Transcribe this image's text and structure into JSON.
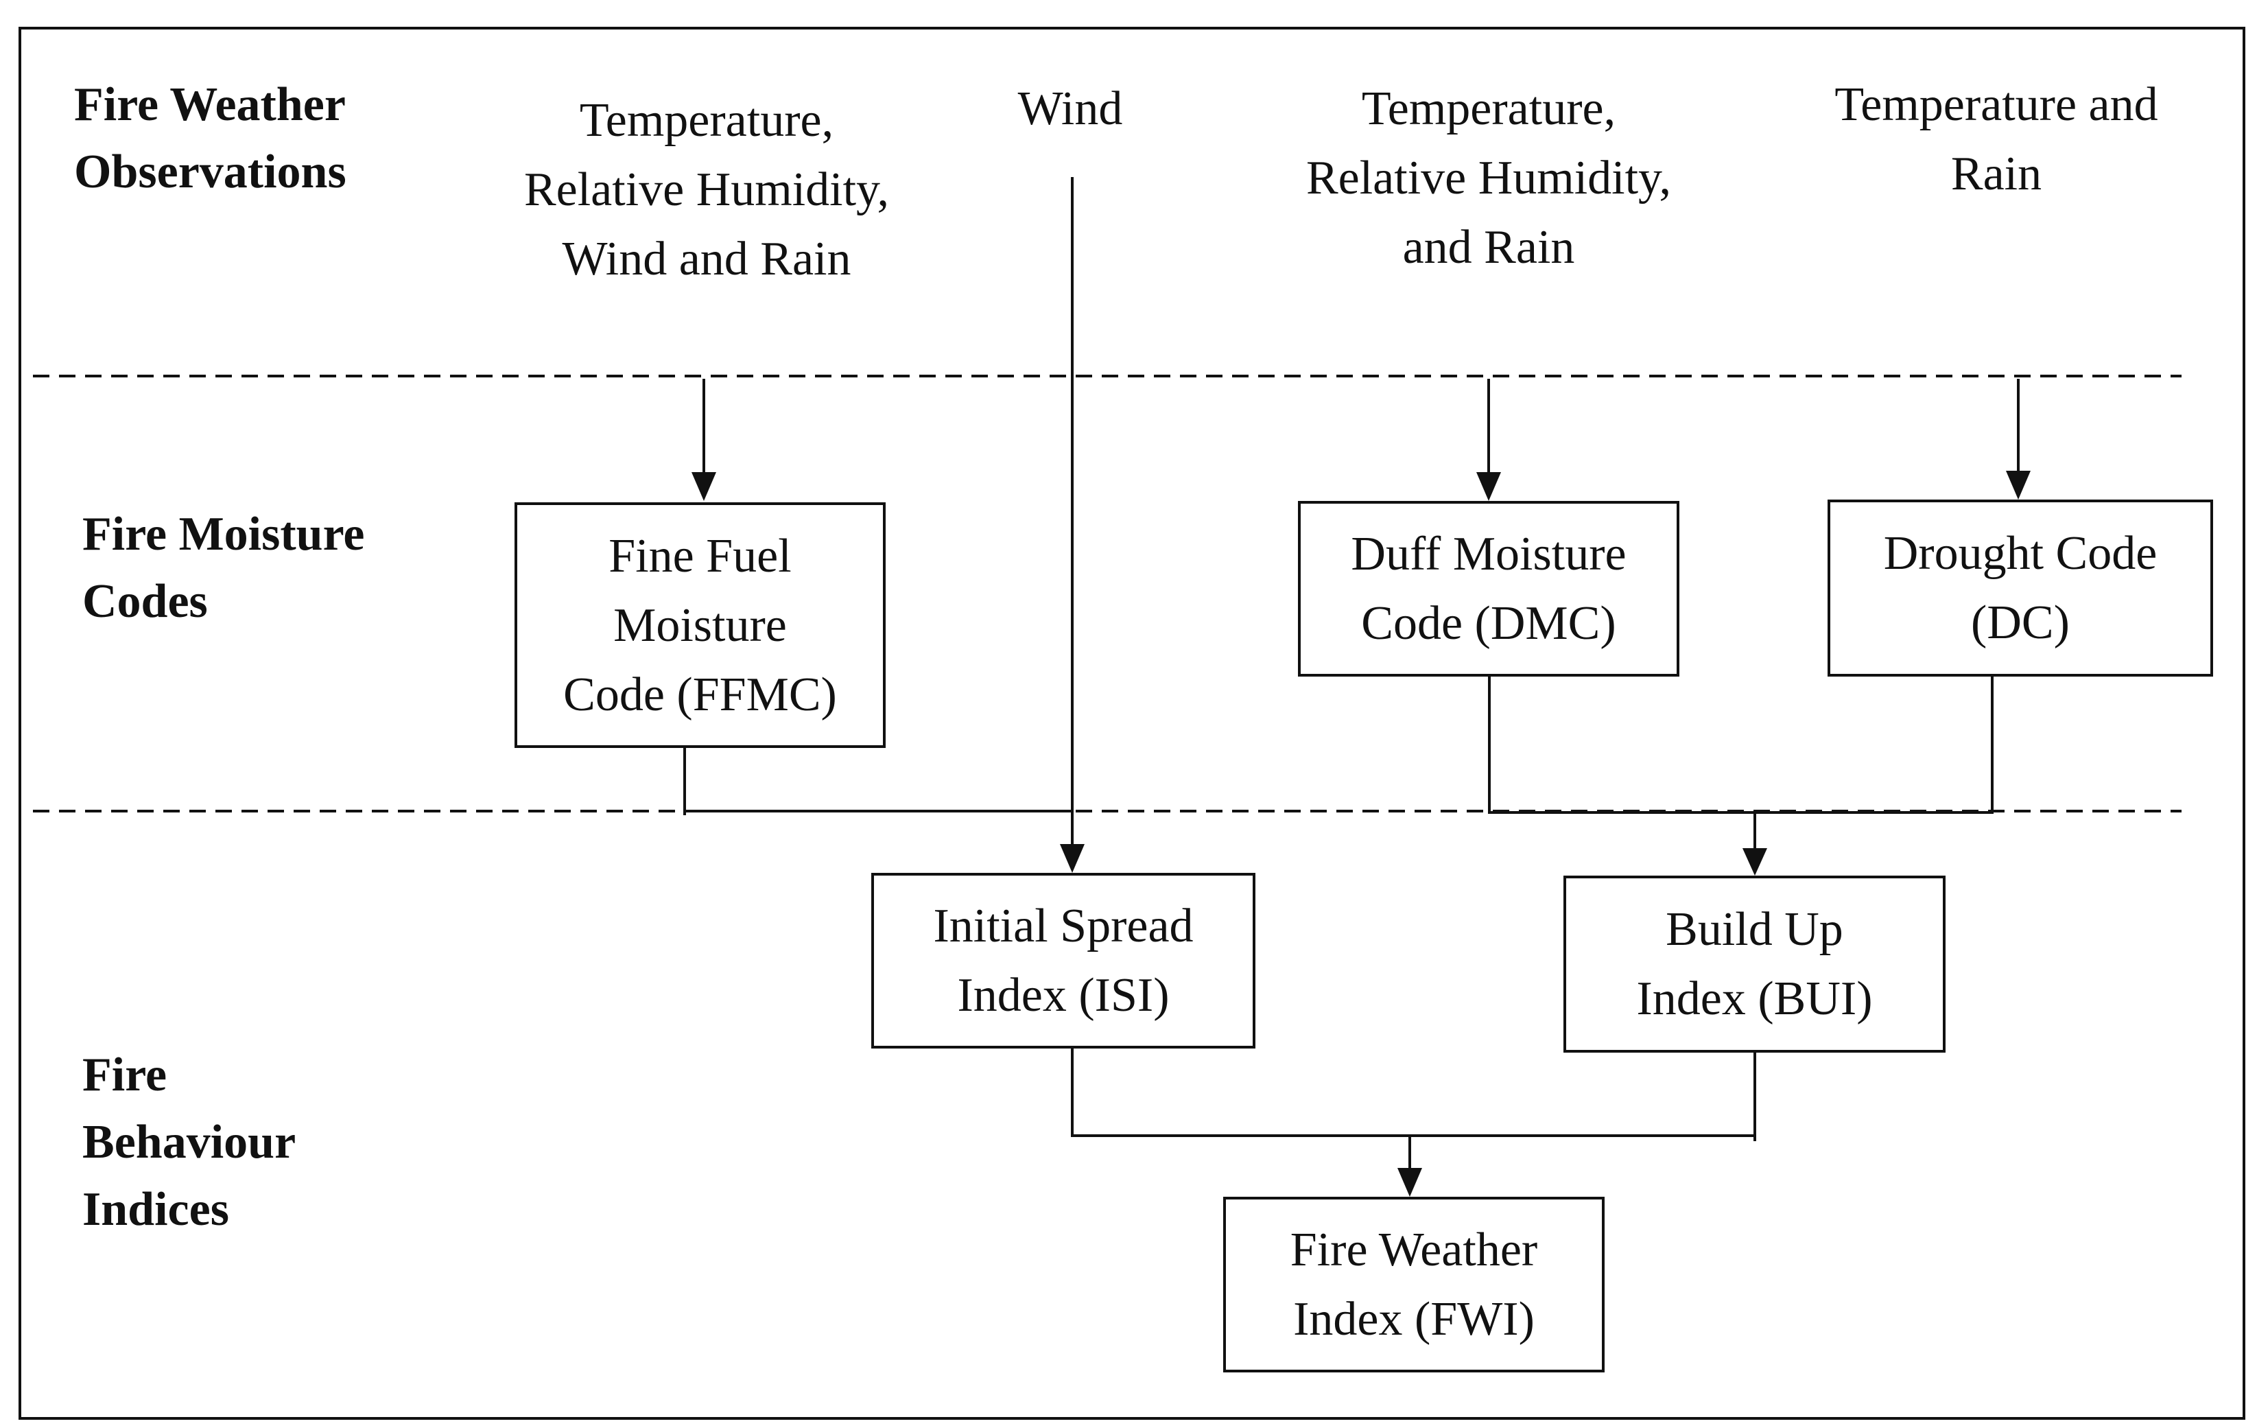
{
  "sections": {
    "observations": [
      "Fire Weather",
      "Observations"
    ],
    "moisture_codes": [
      "Fire Moisture",
      "Codes"
    ],
    "behaviour_indices": [
      "Fire",
      "Behaviour",
      "Indices"
    ]
  },
  "observations": {
    "temp_rh_wind_rain": [
      "Temperature,",
      "Relative Humidity,",
      "Wind and Rain"
    ],
    "wind": [
      "Wind"
    ],
    "temp_rh_rain": [
      "Temperature,",
      "Relative Humidity,",
      "and Rain"
    ],
    "temp_rain": [
      "Temperature and",
      "Rain"
    ]
  },
  "boxes": {
    "ffmc": [
      "Fine Fuel",
      "Moisture",
      "Code (FFMC)"
    ],
    "dmc": [
      "Duff Moisture",
      "Code (DMC)"
    ],
    "dc": [
      "Drought Code",
      "(DC)"
    ],
    "isi": [
      "Initial Spread",
      "Index (ISI)"
    ],
    "bui": [
      "Build Up",
      "Index (BUI)"
    ],
    "fwi": [
      "Fire Weather",
      "Index (FWI)"
    ]
  }
}
